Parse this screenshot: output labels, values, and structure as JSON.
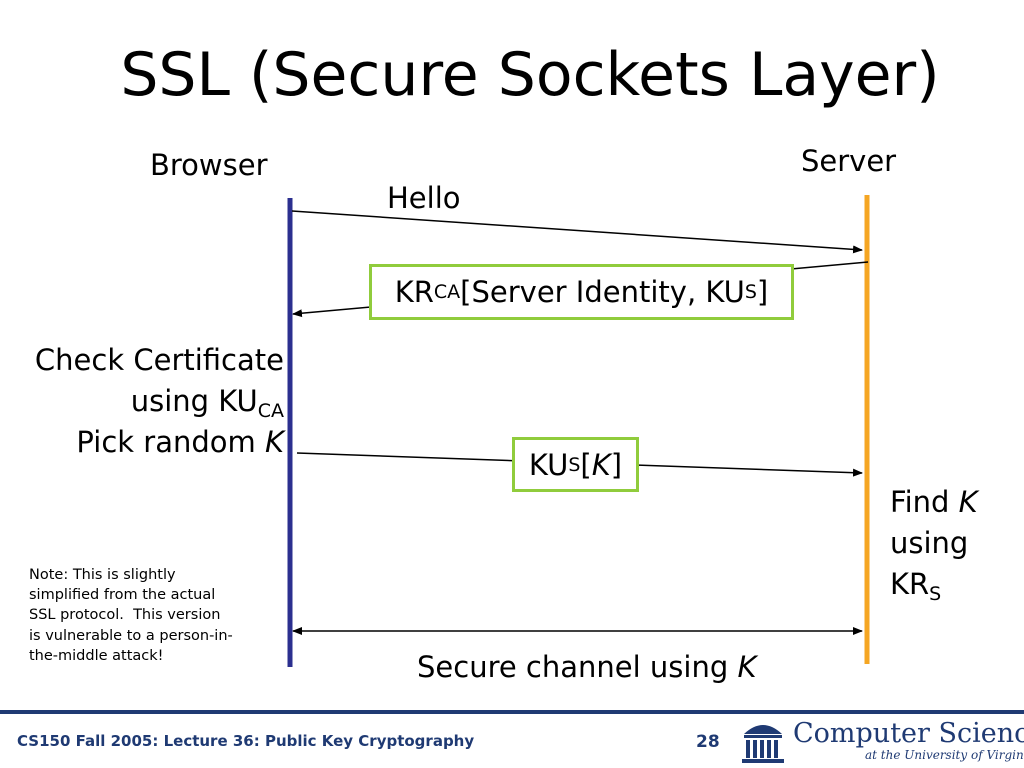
{
  "slide": {
    "title": "SSL (Secure Sockets Layer)"
  },
  "actors": {
    "browser": "Browser",
    "server": "Server"
  },
  "messages": {
    "hello": "Hello",
    "cert_kr": "KR",
    "cert_kr_sub": "CA",
    "cert_body": "[Server Identity, KU",
    "cert_ku_sub": "S",
    "cert_end": "]",
    "key_ku": "KU",
    "key_ku_sub": "S",
    "key_open": "[",
    "key_k": "K",
    "key_close": "]",
    "secure_prefix": "Secure channel using ",
    "secure_k": "K"
  },
  "browser_steps": {
    "line1": "Check Certificate",
    "line2_prefix": "using KU",
    "line2_sub": "CA",
    "line3_prefix": "Pick random ",
    "line3_k": "K"
  },
  "server_steps": {
    "find": "Find ",
    "find_k": "K",
    "using": "using",
    "kr": "KR",
    "kr_sub": "S"
  },
  "note": "Note: This is slightly\nsimplified from the actual\nSSL protocol.  This version\nis vulnerable to a person-in-\nthe-middle attack!",
  "footer": {
    "course": "CS150 Fall 2005: Lecture 36: Public Key Cryptography",
    "page": "28",
    "logo_main": "Computer Science",
    "logo_sub": "at the University of Virginia"
  },
  "colors": {
    "browser_line": "#2b2f8f",
    "server_line": "#f5a623",
    "box_border": "#90cc3c",
    "footer": "#1f3a73"
  }
}
